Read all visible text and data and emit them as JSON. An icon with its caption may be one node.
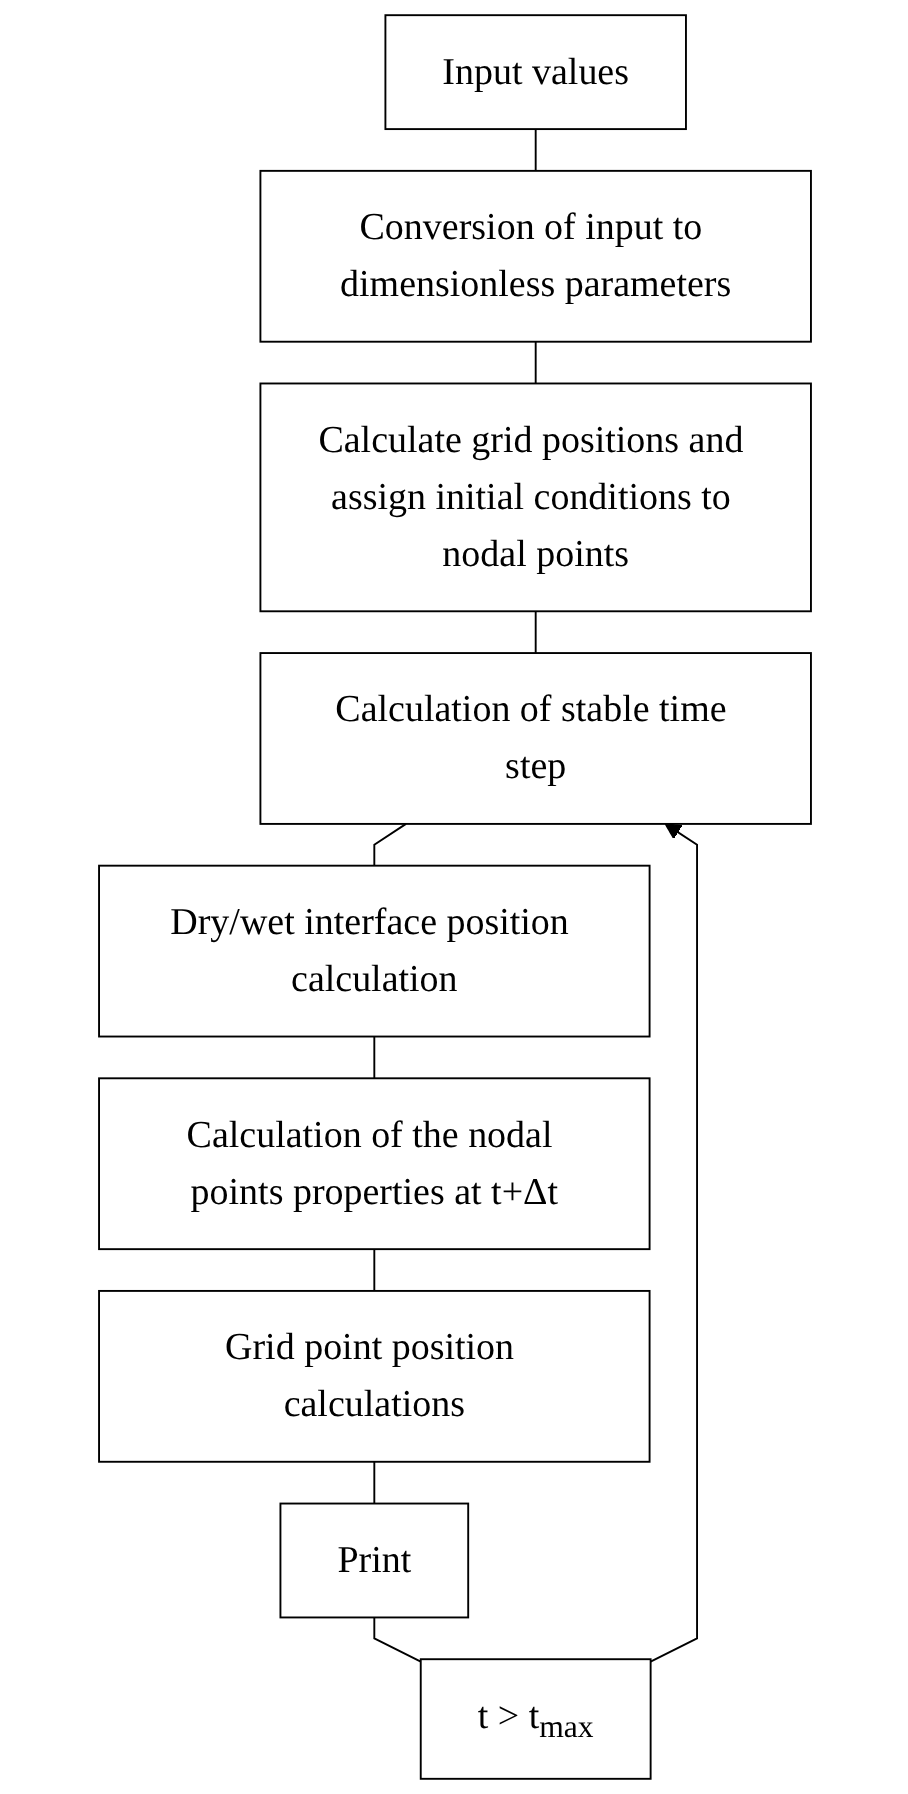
{
  "diagram": {
    "nodes": [
      {
        "text": [
          "Input values"
        ]
      },
      {
        "text": [
          "Conversion of input to dimensionless parameters"
        ]
      },
      {
        "text": [
          "Calculate grid positions and assign initial conditions to nodal points"
        ]
      },
      {
        "text": [
          "Calculation of stable time step"
        ]
      },
      {
        "text": [
          "Dry/wet interface position calculation"
        ]
      },
      {
        "text": [
          "Calculation of the nodal points properties at t+Δt"
        ]
      },
      {
        "text": [
          "Grid point position calculations"
        ]
      },
      {
        "text": [
          "Print"
        ]
      },
      {
        "text": [
          "t > t$_{max}$"
        ]
      }
    ],
    "edges": [
      {
        "from": 0,
        "to": 1,
        "arrow": "none"
      },
      {
        "from": 1,
        "to": 2,
        "arrow": "none"
      },
      {
        "from": 2,
        "to": 3,
        "arrow": "none"
      },
      {
        "from": 3,
        "to": 4,
        "arrow": "none"
      },
      {
        "from": 4,
        "to": 5,
        "arrow": "none"
      },
      {
        "from": 5,
        "to": 6,
        "arrow": "none"
      },
      {
        "from": 6,
        "to": 7,
        "arrow": "none"
      },
      {
        "from": 7,
        "to": 8,
        "arrow": "none"
      },
      {
        "from": 8,
        "to": 3,
        "arrow": "to"
      }
    ]
  }
}
